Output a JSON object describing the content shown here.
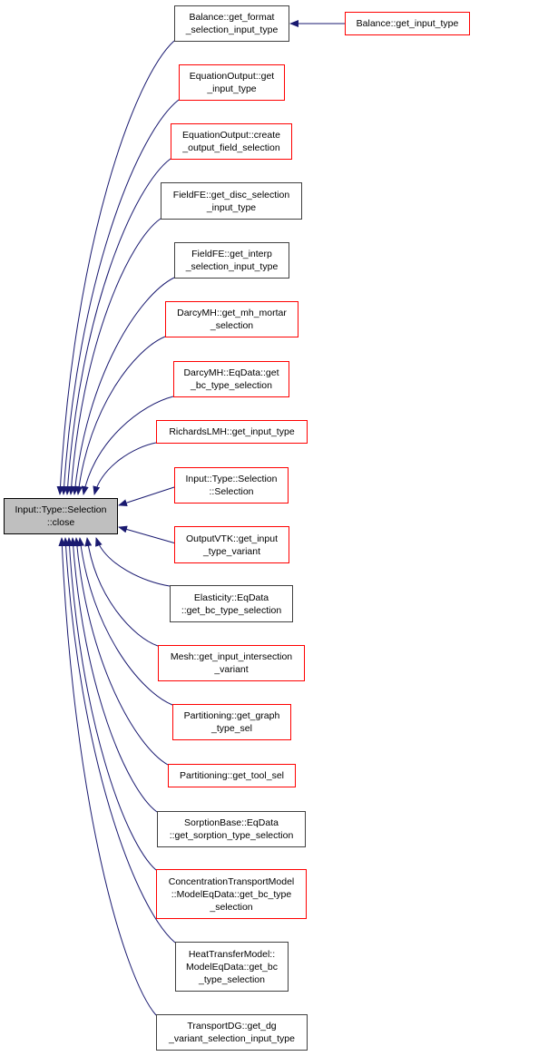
{
  "graph": {
    "type": "call-graph",
    "edge_color": "#191970",
    "root": "close",
    "nodes": [
      {
        "id": "close",
        "lines": [
          "Input::Type::Selection",
          "::close"
        ],
        "style": "current"
      },
      {
        "id": "bal_fmt",
        "lines": [
          "Balance::get_format",
          "_selection_input_type"
        ],
        "style": "black"
      },
      {
        "id": "bal_in",
        "lines": [
          "Balance::get_input_type"
        ],
        "style": "red"
      },
      {
        "id": "eo_get",
        "lines": [
          "EquationOutput::get",
          "_input_type"
        ],
        "style": "red"
      },
      {
        "id": "eo_create",
        "lines": [
          "EquationOutput::create",
          "_output_field_selection"
        ],
        "style": "red"
      },
      {
        "id": "ffe_disc",
        "lines": [
          "FieldFE::get_disc_selection",
          "_input_type"
        ],
        "style": "black"
      },
      {
        "id": "ffe_interp",
        "lines": [
          "FieldFE::get_interp",
          "_selection_input_type"
        ],
        "style": "black"
      },
      {
        "id": "dmh_mortar",
        "lines": [
          "DarcyMH::get_mh_mortar",
          "_selection"
        ],
        "style": "red"
      },
      {
        "id": "dmh_bc",
        "lines": [
          "DarcyMH::EqData::get",
          "_bc_type_selection"
        ],
        "style": "red"
      },
      {
        "id": "richards",
        "lines": [
          "RichardsLMH::get_input_type"
        ],
        "style": "red"
      },
      {
        "id": "sel_ctor",
        "lines": [
          "Input::Type::Selection",
          "::Selection"
        ],
        "style": "red"
      },
      {
        "id": "vtk",
        "lines": [
          "OutputVTK::get_input",
          "_type_variant"
        ],
        "style": "red"
      },
      {
        "id": "elast",
        "lines": [
          "Elasticity::EqData",
          "::get_bc_type_selection"
        ],
        "style": "black"
      },
      {
        "id": "mesh",
        "lines": [
          "Mesh::get_input_intersection",
          "_variant"
        ],
        "style": "red"
      },
      {
        "id": "part_graph",
        "lines": [
          "Partitioning::get_graph",
          "_type_sel"
        ],
        "style": "red"
      },
      {
        "id": "part_tool",
        "lines": [
          "Partitioning::get_tool_sel"
        ],
        "style": "red"
      },
      {
        "id": "sorption",
        "lines": [
          "SorptionBase::EqData",
          "::get_sorption_type_selection"
        ],
        "style": "black"
      },
      {
        "id": "conc",
        "lines": [
          "ConcentrationTransportModel",
          "::ModelEqData::get_bc_type",
          "_selection"
        ],
        "style": "red"
      },
      {
        "id": "heat",
        "lines": [
          "HeatTransferModel::",
          "ModelEqData::get_bc",
          "_type_selection"
        ],
        "style": "black"
      },
      {
        "id": "tdg",
        "lines": [
          "TransportDG::get_dg",
          "_variant_selection_input_type"
        ],
        "style": "black"
      }
    ],
    "edges": [
      {
        "from": "bal_in",
        "to": "bal_fmt"
      },
      {
        "from": "bal_fmt",
        "to": "close"
      },
      {
        "from": "eo_get",
        "to": "close"
      },
      {
        "from": "eo_create",
        "to": "close"
      },
      {
        "from": "ffe_disc",
        "to": "close"
      },
      {
        "from": "ffe_interp",
        "to": "close"
      },
      {
        "from": "dmh_mortar",
        "to": "close"
      },
      {
        "from": "dmh_bc",
        "to": "close"
      },
      {
        "from": "richards",
        "to": "close"
      },
      {
        "from": "sel_ctor",
        "to": "close"
      },
      {
        "from": "vtk",
        "to": "close"
      },
      {
        "from": "elast",
        "to": "close"
      },
      {
        "from": "mesh",
        "to": "close"
      },
      {
        "from": "part_graph",
        "to": "close"
      },
      {
        "from": "part_tool",
        "to": "close"
      },
      {
        "from": "sorption",
        "to": "close"
      },
      {
        "from": "conc",
        "to": "close"
      },
      {
        "from": "heat",
        "to": "close"
      },
      {
        "from": "tdg",
        "to": "close"
      }
    ]
  }
}
